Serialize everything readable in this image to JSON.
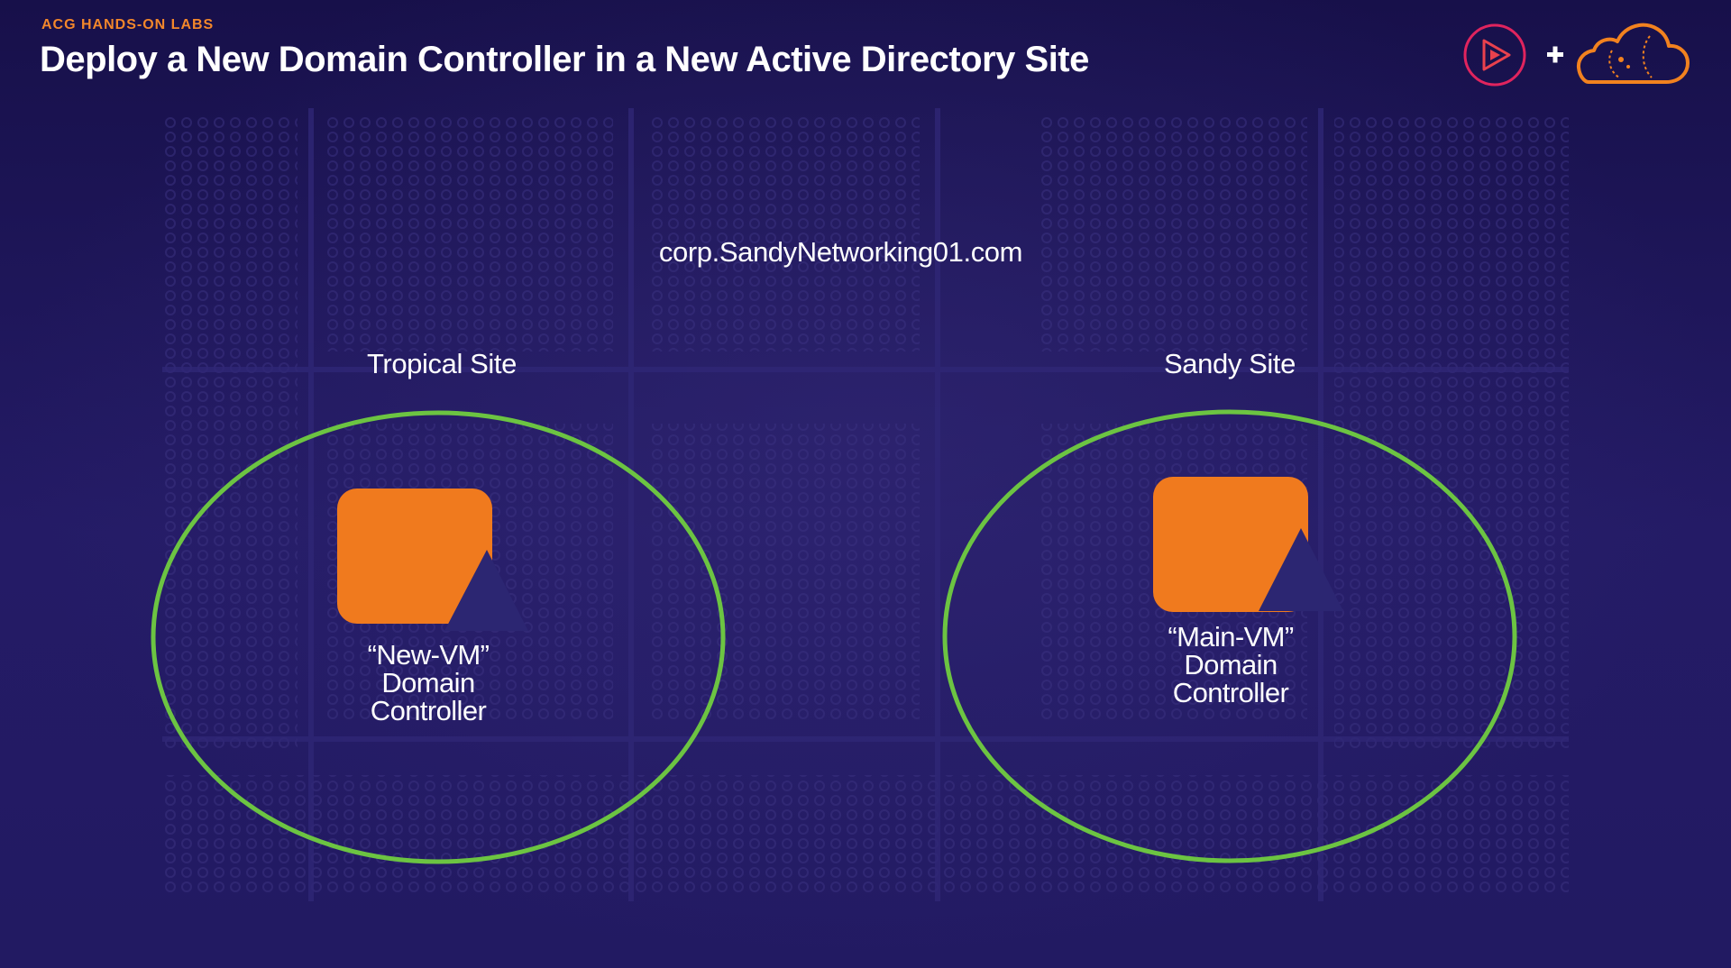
{
  "header": {
    "eyebrow": "ACG HANDS-ON LABS",
    "title": "Deploy a New Domain Controller in a New Active Directory Site"
  },
  "logos": {
    "play_logo": "play-icon",
    "plus": "+",
    "cloud_logo": "cloud-icon"
  },
  "diagram": {
    "domain": "corp.SandyNetworking01.com",
    "sites": [
      {
        "name": "Tropical Site",
        "dc": {
          "line1": "“New-VM”",
          "line2": "Domain",
          "line3": "Controller"
        }
      },
      {
        "name": "Sandy Site",
        "dc": {
          "line1": "“Main-VM”",
          "line2": "Domain",
          "line3": "Controller"
        }
      }
    ]
  },
  "colors": {
    "background": "#1d1656",
    "accent_orange": "#f07a1e",
    "site_ring_green": "#6cc442",
    "triangle_navy": "#2c2672",
    "logo_red": "#e0245e"
  }
}
